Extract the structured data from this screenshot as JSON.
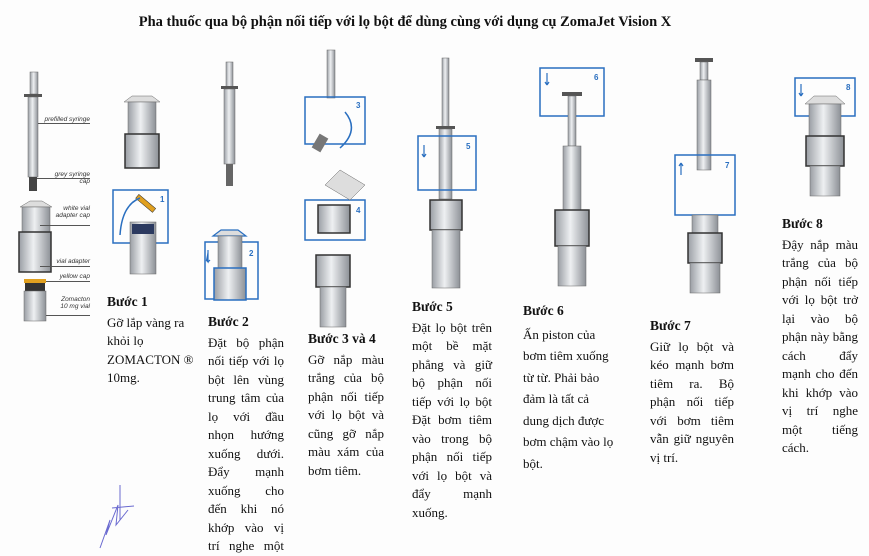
{
  "title": "Pha thuốc qua bộ phận nối tiếp với lọ bột để dùng cùng với dụng cụ ZomaJet Vision X",
  "parts_labels": {
    "prefilled_syringe": "prefilled syringe",
    "grey_syringe_cap": "grey syringe cap",
    "white_vial_adapter_cap": "white vial adapter cap",
    "vial_adapter": "vial adapter",
    "yellow_cap": "yellow cap",
    "zomacton_vial": "Zomacton 10 mg vial"
  },
  "step_numbers": [
    "1",
    "2",
    "3",
    "4",
    "5",
    "6",
    "7",
    "8"
  ],
  "steps": [
    {
      "heading": "Bước 1",
      "body": "Gỡ lắp vàng ra khỏi lọ ZOMACTON ® 10mg."
    },
    {
      "heading": "Bước 2",
      "body": "Đặt bộ phận nối tiếp với lọ bột lên vùng trung tâm của lọ với đầu nhọn hướng xuống dưới. Đẩy mạnh xuống cho đến khi nó khớp vào vị trí nghe một tiếng cách."
    },
    {
      "heading": "Bước 3 và 4",
      "body": "Gỡ nắp màu trắng của bộ phận nối tiếp với lọ bột và cũng gỡ nắp màu xám của bơm tiêm."
    },
    {
      "heading": "Bước 5",
      "body": "Đặt lọ bột trên một bề mặt phẳng và giữ bộ phận nối tiếp với lọ bột Đặt bơm tiêm vào trong bộ phận nối tiếp với lọ bột và đẩy mạnh xuống."
    },
    {
      "heading": "Bước 6",
      "body": "Ấn piston của bơm tiêm xuống từ từ. Phải bảo đảm là tất cả dung dịch được bơm chậm vào lọ bột."
    },
    {
      "heading": "Bước 7",
      "body": "Giữ lọ bột và kéo mạnh bơm tiêm ra. Bộ phận nối tiếp với bơm tiêm vẫn giữ nguyên vị trí."
    },
    {
      "heading": "Bước 8",
      "body": "Đậy nắp màu trắng của bộ phận nối tiếp với lọ bột trở lại vào bộ phận này bằng cách đẩy mạnh cho đến khi khớp vào vị trí nghe một tiếng cách."
    }
  ],
  "colors": {
    "accent": "#2a6fc0",
    "metal": "#c9ccd0",
    "dark": "#3a3d42",
    "yellow": "#e0a020"
  }
}
